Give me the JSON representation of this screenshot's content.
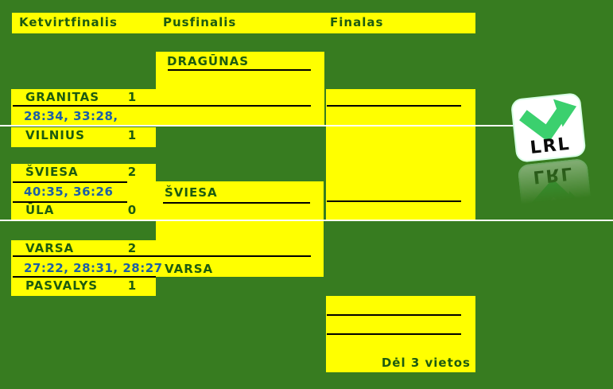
{
  "colors": {
    "background": "#377C20",
    "panel": "#FFFF00",
    "team_text": "#1D5B10",
    "score_text": "#1C5FA6",
    "rule_line": "#000000",
    "divider_line": "#FFFFFF",
    "logo_arrow": "#3BD06E",
    "logo_bg": "#FFFFFF",
    "logo_text": "#0B0B0B"
  },
  "headers": {
    "quarterfinals": "Ketvirtfinalis",
    "semifinals": "Pusfinalis",
    "final": "Finalas"
  },
  "bracket": {
    "quarterfinal_1": {
      "team1": "GRANITAS",
      "score1": "1",
      "games": "28:34, 33:28,",
      "team2": "VILNIUS",
      "score2": "1"
    },
    "quarterfinal_2": {
      "team1": "ŠVIESA",
      "score1": "2",
      "games": "40:35, 36:26",
      "team2": "ŪLA",
      "score2": "0"
    },
    "quarterfinal_3": {
      "team1": "VARSA",
      "score1": "2",
      "games": "27:22, 28:31, 28:27",
      "team2": "PASVALYS",
      "score2": "1"
    },
    "semifinal_slots": {
      "slot1": "DRAGŪNAS",
      "slot2": "ŠVIESA",
      "slot3": "VARSA"
    },
    "third_place_label": "Dėl 3 vietos"
  },
  "logo": {
    "text": "LRL",
    "arrow_icon": "green-turn-arrow-icon"
  }
}
